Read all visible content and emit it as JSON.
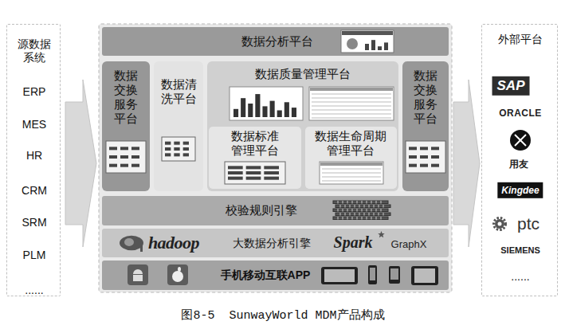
{
  "diagram": {
    "caption": "图8-5  SunwayWorld MDM产品构成",
    "nodes": [
      {
        "text": [
          "源数据系统",
          "ERP",
          "MES",
          "HR",
          "CRM",
          "SRM",
          "PLM",
          "......"
        ]
      },
      {
        "text": [
          "数据分析平台"
        ]
      },
      {
        "text": [
          "数据交换服务平台"
        ]
      },
      {
        "text": [
          "数据清洗平台"
        ]
      },
      {
        "text": [
          "数据质量管理平台"
        ]
      },
      {
        "text": [
          "数据标准管理平台"
        ],
        "in": 4
      },
      {
        "text": [
          "数据生命周期管理平台"
        ],
        "in": 4
      },
      {
        "text": [
          "数据交换服务平台"
        ]
      },
      {
        "text": [
          "校验规则引擎"
        ]
      },
      {
        "text": [
          "hadoop",
          "大数据分析引擎",
          "Spark",
          "GraphX"
        ]
      },
      {
        "text": [
          "手机移动互联APP"
        ]
      },
      {
        "text": [
          "外部平台",
          "SAP",
          "ORACLE",
          "用友",
          "Kingdee",
          "ptc",
          "SIEMENS",
          "......"
        ]
      }
    ]
  }
}
